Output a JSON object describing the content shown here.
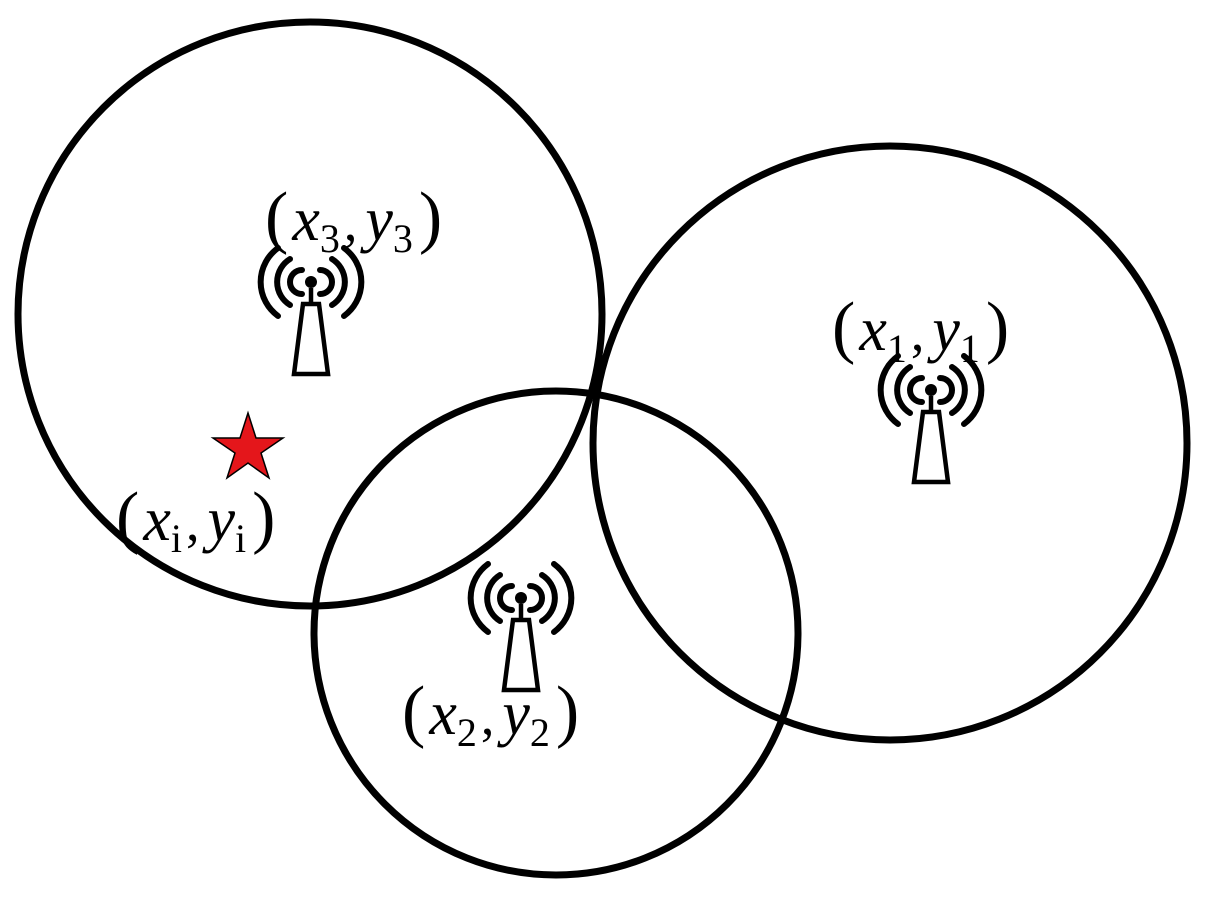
{
  "colors": {
    "line": "#000000",
    "target_star": "#e4161b",
    "background": "#ffffff"
  },
  "stations": [
    {
      "id": "bs3",
      "icon": "cell-tower-icon",
      "label": {
        "open": "(",
        "x": "x",
        "xsub": "3",
        "comma": ",",
        "y": "y",
        "ysub": "3",
        "close": ")"
      }
    },
    {
      "id": "bs1",
      "icon": "cell-tower-icon",
      "label": {
        "open": "(",
        "x": "x",
        "xsub": "1",
        "comma": ",",
        "y": "y",
        "ysub": "1",
        "close": ")"
      }
    },
    {
      "id": "bs2",
      "icon": "cell-tower-icon",
      "label": {
        "open": "(",
        "x": "x",
        "xsub": "2",
        "comma": ",",
        "y": "y",
        "ysub": "2",
        "close": ")"
      }
    }
  ],
  "target": {
    "icon": "star-icon",
    "label": {
      "open": "(",
      "x": "x",
      "xsub": "i",
      "comma": ",",
      "y": "y",
      "ysub": "i",
      "close": ")"
    }
  }
}
